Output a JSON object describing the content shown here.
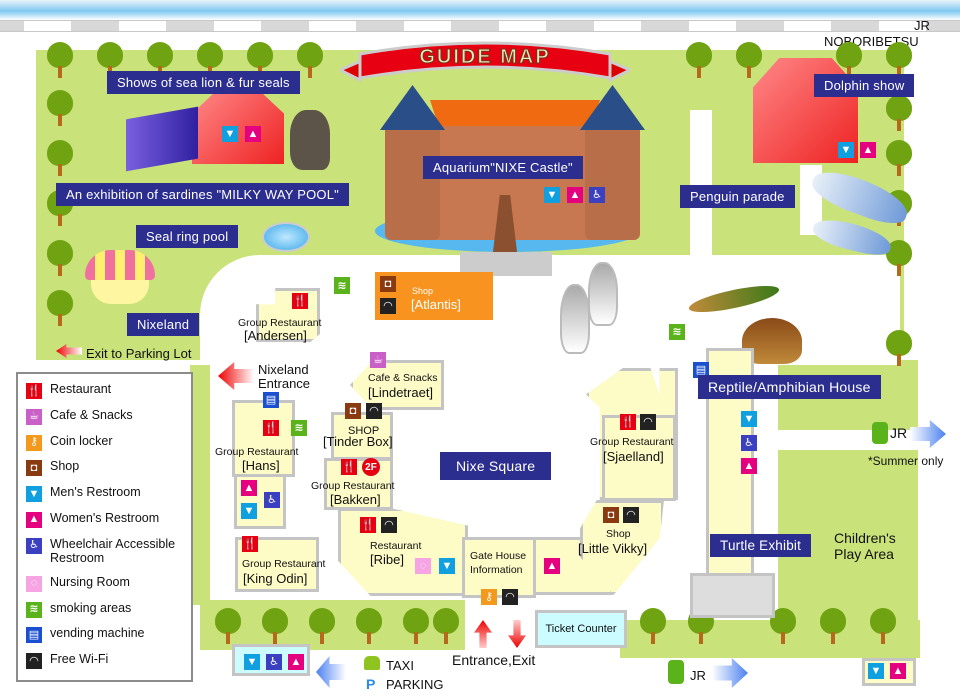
{
  "map": {
    "title": "GUIDE MAP",
    "top_right_station": {
      "line1": "JR",
      "line2": "NOBORIBETSU"
    },
    "labels": {
      "sea_lion": "Shows of sea lion & fur seals",
      "sardines": "An exhibition of sardines \"MILKY WAY POOL\"",
      "seal_ring": "Seal ring pool",
      "nixeland": "Nixeland",
      "castle": "Aquarium\"NIXE Castle\"",
      "dolphin": "Dolphin show",
      "penguin": "Penguin parade",
      "reptile": "Reptile/Amphibian House",
      "nixe_square": "Nixe Square",
      "turtle": "Turtle Exhibit"
    },
    "atlantis": {
      "type": "Shop",
      "name": "[Atlantis]"
    },
    "buildings": [
      {
        "type": "Group Restaurant",
        "name": "[Andersen]"
      },
      {
        "type": "Group Restaurant",
        "name": "[Hans]"
      },
      {
        "type": "Group Restaurant",
        "name": "[King Odin]"
      },
      {
        "type": "Cafe & Snacks",
        "name": "[Lindetraet]"
      },
      {
        "type": "SHOP",
        "name": "[Tinder Box]"
      },
      {
        "type": "Group Restaurant",
        "name": "[Bakken]",
        "floor": "2F"
      },
      {
        "type": "Restaurant",
        "name": "[Ribe]"
      },
      {
        "type": "Gate House",
        "name": "Information"
      },
      {
        "type": "Group Restaurant",
        "name": "[Sjaelland]"
      },
      {
        "type": "Shop",
        "name": "[Little Vikky]"
      }
    ],
    "ticket_counter": "Ticket Counter",
    "directions": {
      "exit_parking": "Exit to Parking Lot",
      "nixeland_entrance_1": "Nixeland",
      "nixeland_entrance_2": "Entrance",
      "jr_right": "JR",
      "summer_only": "*Summer only",
      "childrens_1": "Children's",
      "childrens_2": "Play Area",
      "entrance_exit": "Entrance,Exit",
      "taxi": "TAXI",
      "parking": "PARKING",
      "jr_bottom": "JR"
    }
  },
  "legend": {
    "items": [
      {
        "icon": "restaurant-icon",
        "glyph": "🍴",
        "label": "Restaurant",
        "class": "ic-rest"
      },
      {
        "icon": "cafe-icon",
        "glyph": "☕",
        "label": "Cafe & Snacks",
        "class": "ic-cafe"
      },
      {
        "icon": "coin-locker-icon",
        "glyph": "⚷",
        "label": "Coin locker",
        "class": "ic-coin"
      },
      {
        "icon": "shop-icon",
        "glyph": "◘",
        "label": "Shop",
        "class": "ic-shop"
      },
      {
        "icon": "mens-restroom-icon",
        "glyph": "▼",
        "label": "Men's Restroom",
        "class": "ic-men"
      },
      {
        "icon": "womens-restroom-icon",
        "glyph": "▲",
        "label": "Women's Restroom",
        "class": "ic-women"
      },
      {
        "icon": "wheelchair-icon",
        "glyph": "♿",
        "label": "Wheelchair Accessible Restroom",
        "class": "ic-wheel"
      },
      {
        "icon": "nursing-room-icon",
        "glyph": "◌",
        "label": "Nursing Room",
        "class": "ic-nurse"
      },
      {
        "icon": "smoking-icon",
        "glyph": "≋",
        "label": "smoking areas",
        "class": "ic-smoke"
      },
      {
        "icon": "vending-machine-icon",
        "glyph": "▤",
        "label": "vending machine",
        "class": "ic-vend"
      },
      {
        "icon": "wifi-icon",
        "glyph": "◠",
        "label": "Free Wi-Fi",
        "class": "ic-wifi"
      }
    ]
  }
}
